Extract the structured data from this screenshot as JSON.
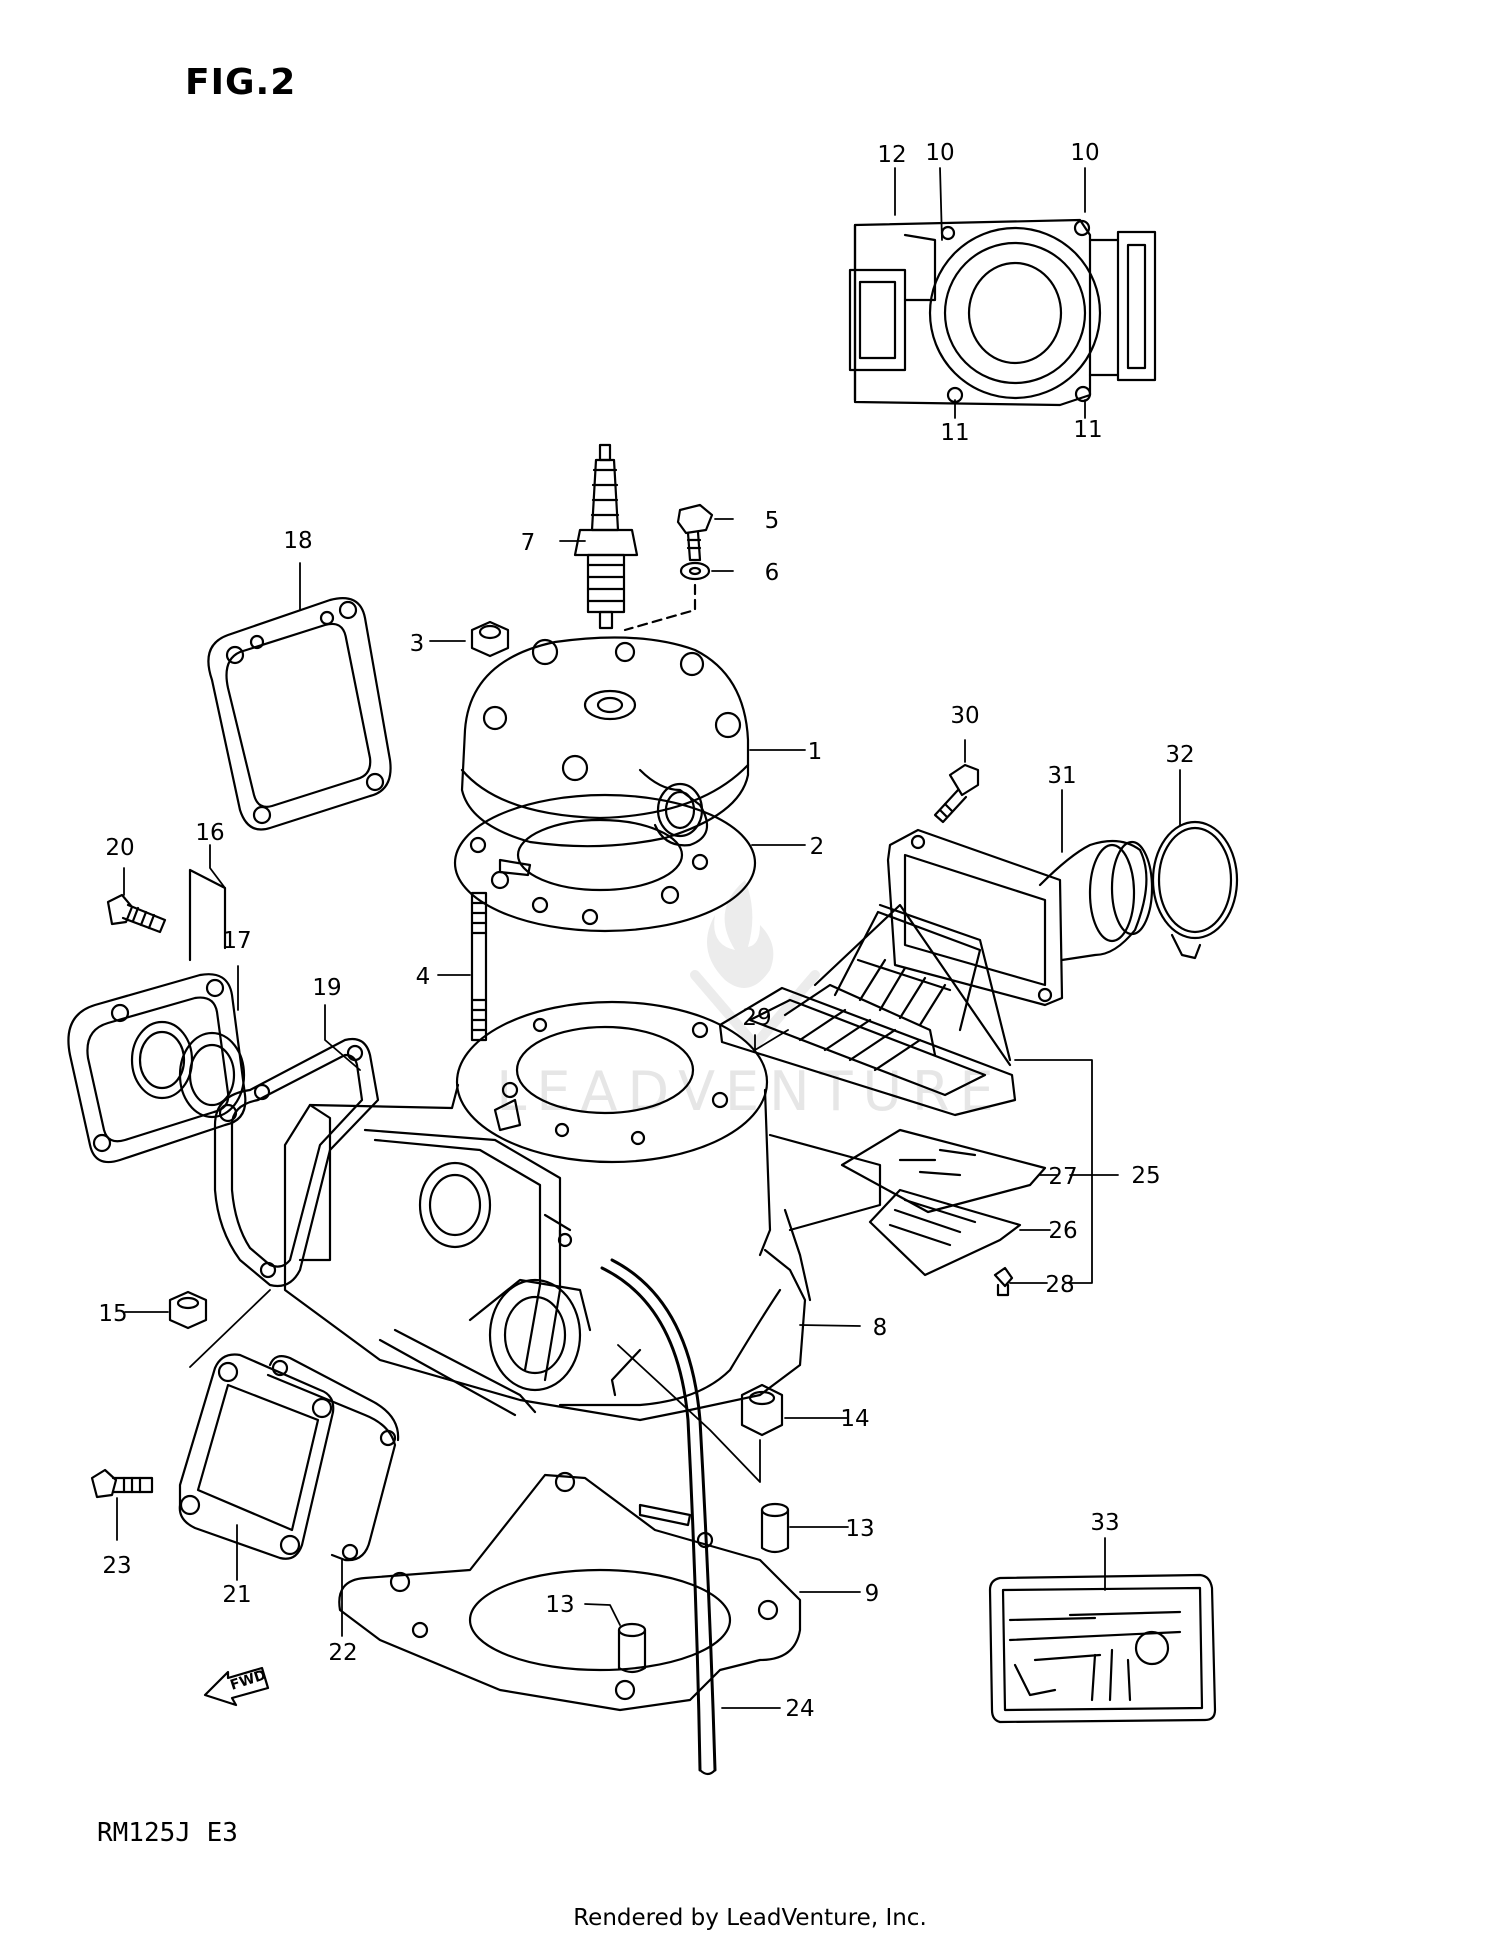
{
  "figure": {
    "title": "FIG.2"
  },
  "model_code": "RM125J  E3",
  "footer": "Rendered by LeadVenture, Inc.",
  "watermark": "LEADVENTURE",
  "fwd_label": "FWD",
  "callouts": {
    "1": "1",
    "2": "2",
    "3": "3",
    "4": "4",
    "5": "5",
    "6": "6",
    "7": "7",
    "8": "8",
    "9": "9",
    "10a": "10",
    "10b": "10",
    "11a": "11",
    "11b": "11",
    "12": "12",
    "13a": "13",
    "13b": "13",
    "14": "14",
    "15": "15",
    "16": "16",
    "17": "17",
    "18": "18",
    "19": "19",
    "20": "20",
    "21": "21",
    "22": "22",
    "23": "23",
    "24": "24",
    "25": "25",
    "26": "26",
    "27": "27",
    "28": "28",
    "29": "29",
    "30": "30",
    "31": "31",
    "32": "32",
    "33": "33"
  },
  "icons": [
    "spark-plug-icon",
    "fwd-arrow-icon",
    "bolt-icon",
    "nut-icon",
    "gasket-icon"
  ],
  "colors": {
    "ink": "#000000",
    "paper": "#ffffff",
    "watermark": "#e6e6e6"
  }
}
